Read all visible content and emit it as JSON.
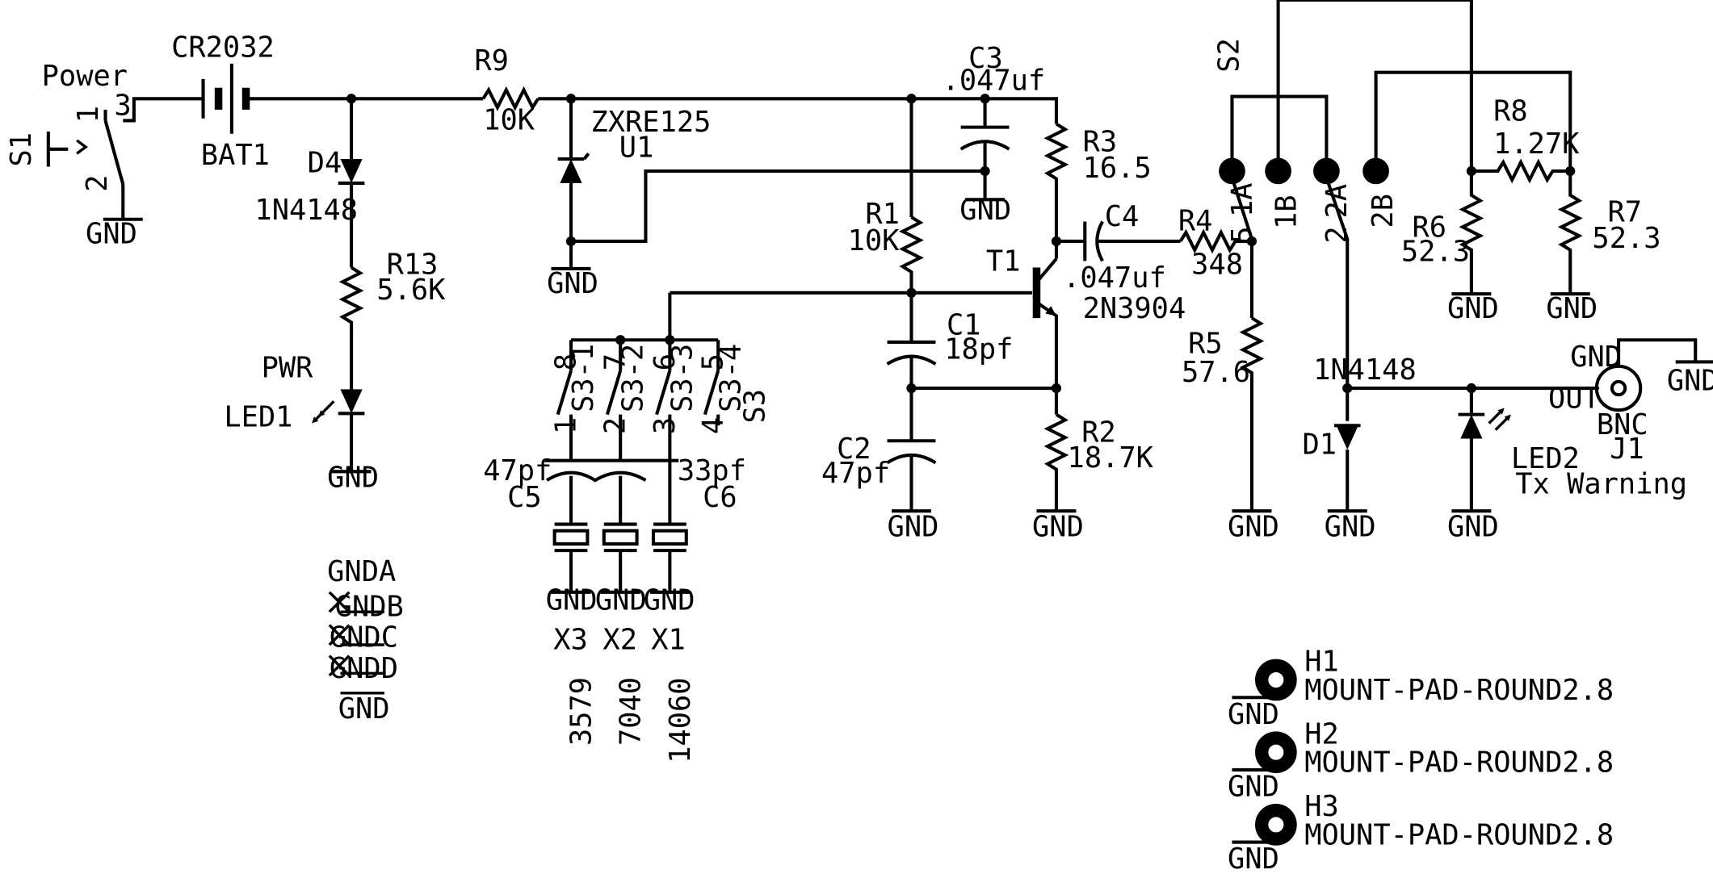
{
  "labels": {
    "s1": "S1",
    "power": "Power",
    "s1_pin1": "1",
    "s1_pin2": "2",
    "s1_pin3": "3",
    "bat_value": "CR2032",
    "bat_name": "BAT1",
    "d4_name": "D4",
    "d4_value": "1N4148",
    "r13_name": "R13",
    "r13_value": "5.6K",
    "led1_value": "PWR",
    "led1_name": "LED1",
    "r9_name": "R9",
    "r9_value": "10K",
    "u1_value": "ZXRE125",
    "u1_name": "U1",
    "c3_name": "C3",
    "c3_value": ".047uf",
    "r3_name": "R3",
    "r3_value": "16.5",
    "r1_name": "R1",
    "r1_value": "10K",
    "t1_name": "T1",
    "t1_value": "2N3904",
    "c4_name": "C4",
    "c4_value": ".047uf",
    "c1_name": "C1",
    "c1_value": "18pf",
    "c2_name": "C2",
    "c2_value": "47pf",
    "r2_name": "R2",
    "r2_value": "18.7K",
    "r4_name": "R4",
    "r4_value": "348",
    "r5_name": "R5",
    "r5_value": "57.6",
    "s2_name": "S2",
    "s2_pin_1a": "1A",
    "s2_pin_1b": "1B",
    "s2_pin_2a": "2A",
    "s2_pin_2b": "2B",
    "s2_pin_5": "5",
    "s2_pin_2": "2",
    "r8_name": "R8",
    "r8_value": "1.27K",
    "r6_name": "R6",
    "r6_value": "52.3",
    "r7_name": "R7",
    "r7_value": "52.3",
    "d1_value": "1N4148",
    "d1_name": "D1",
    "led2_name": "LED2",
    "led2_value": "Tx Warning",
    "j1_gnd": "GND",
    "j1_out": "OUT",
    "j1_value": "BNC",
    "j1_name": "J1",
    "s3_pins_top": [
      "8",
      "7",
      "6",
      "5"
    ],
    "s3_pins_bottom": [
      "1",
      "2",
      "3",
      "4"
    ],
    "s3_sections": [
      "S3-1",
      "S3-2",
      "S3-3",
      "S3-4"
    ],
    "s3_name": "S3",
    "c5_value": "47pf",
    "c5_name": "C5",
    "c6_value": "33pf",
    "c6_name": "C6",
    "crystal_names": [
      "X3",
      "X2",
      "X1"
    ],
    "crystal_values": [
      "3579",
      "7040",
      "14060"
    ],
    "gnda": "GNDA",
    "gndb": "GNDB",
    "gndc": "GNDC",
    "gndd": "GNDD",
    "gnd_stack": "GND",
    "mount_names": [
      "H1",
      "H2",
      "H3"
    ],
    "mount_value": "MOUNT-PAD-ROUND2.8",
    "gnd": "GND"
  }
}
